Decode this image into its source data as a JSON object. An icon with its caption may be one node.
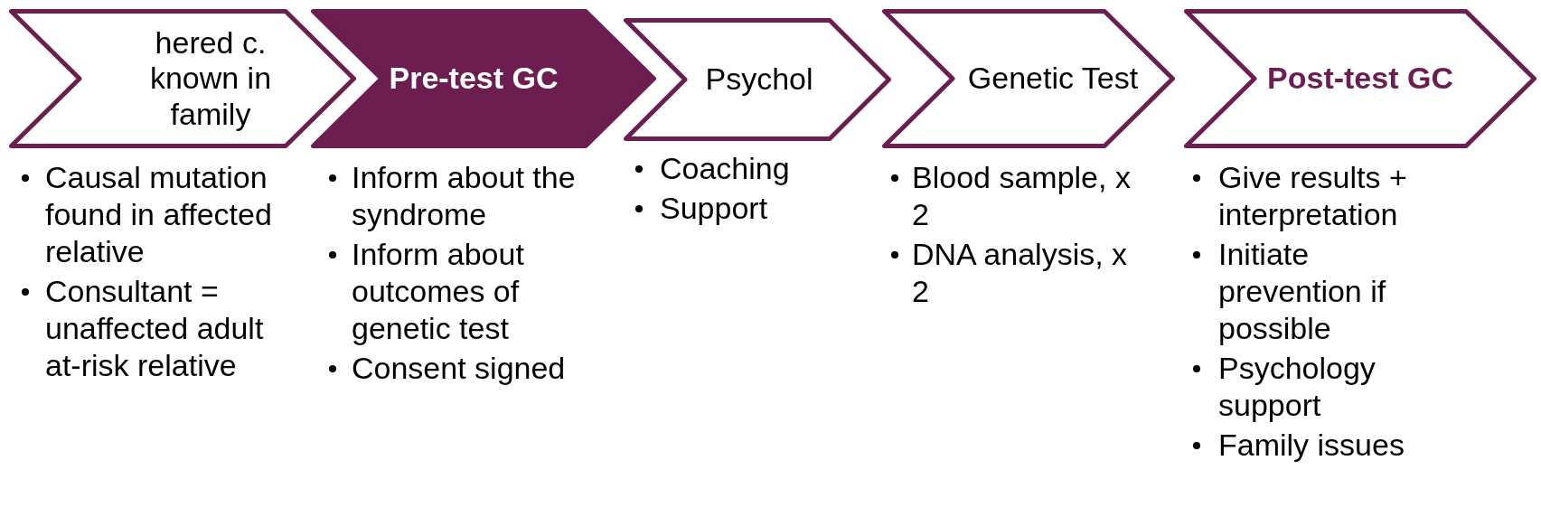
{
  "diagram": {
    "nodes": [
      {
        "text": [
          "hered c. known in family"
        ],
        "beside": [
          "Causal mutation found in affected relative",
          "Consultant = unaffected adult at-risk relative"
        ]
      },
      {
        "text": [
          "Pre-test GC"
        ],
        "beside": [
          "Inform about the syndrome",
          "Inform about outcomes of genetic test",
          "Consent signed"
        ]
      },
      {
        "text": [
          "Psychol"
        ],
        "beside": [
          "Coaching",
          "Support"
        ]
      },
      {
        "text": [
          "Genetic Test"
        ],
        "beside": [
          "Blood sample, x 2",
          "DNA analysis, x 2"
        ]
      },
      {
        "text": [
          "Post-test GC"
        ],
        "beside": [
          "Give results + interpretation",
          "Initiate prevention if possible",
          "Psychology support",
          "Family issues"
        ]
      }
    ]
  }
}
